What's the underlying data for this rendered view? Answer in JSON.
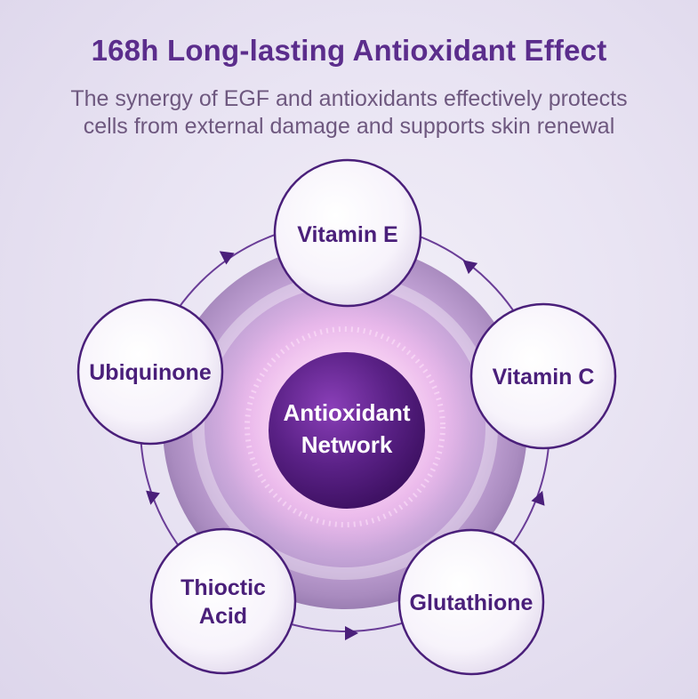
{
  "header": {
    "title": "168h Long-lasting Antioxidant Effect",
    "subtitle_line1": "The synergy of EGF and antioxidants effectively protects",
    "subtitle_line2": "cells from external damage and supports skin renewal"
  },
  "diagram": {
    "center": {
      "line1": "Antioxidant",
      "line2": "Network"
    },
    "nodes": {
      "vitamin_e": "Vitamin E",
      "vitamin_c": "Vitamin C",
      "glutathione": "Glutathione",
      "thioctic_acid_line1": "Thioctic",
      "thioctic_acid_line2": "Acid",
      "ubiquinone": "Ubiquinone"
    },
    "colors": {
      "accent": "#5b2d8c",
      "node_text": "#4a1f7a",
      "ring": "#6a3d97",
      "center_core": "#5a2186"
    }
  }
}
